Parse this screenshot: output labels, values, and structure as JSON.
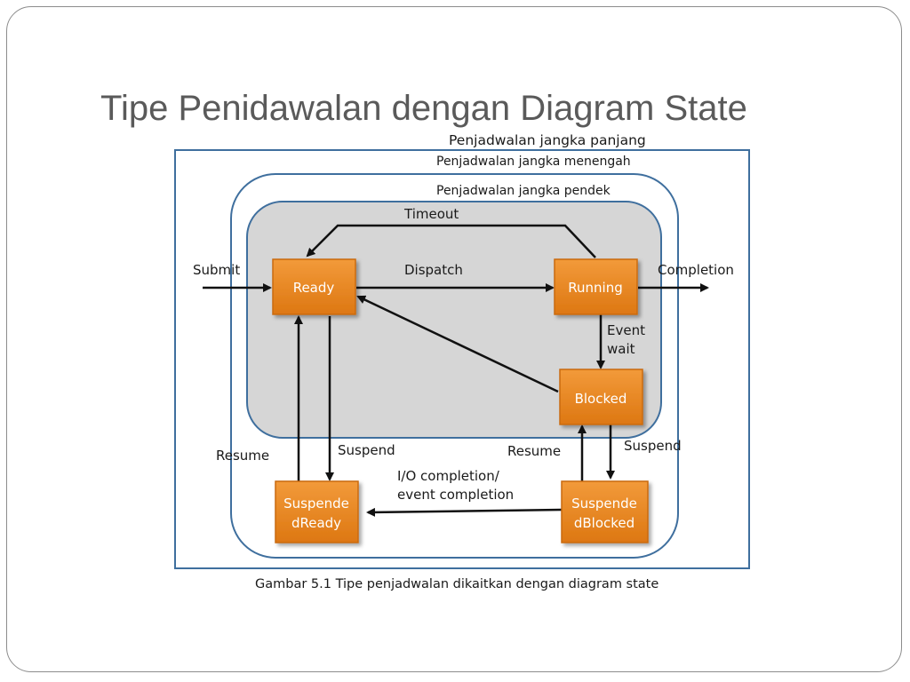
{
  "slide": {
    "title": "Tipe Penidawalan dengan Diagram State",
    "caption": "Gambar 5.1 Tipe penjadwalan dikaitkan dengan diagram state"
  },
  "regions": {
    "long_term": "Penjadwalan jangka panjang",
    "medium_term": "Penjadwalan jangka menengah",
    "short_term": "Penjadwalan jangka pendek"
  },
  "states": {
    "ready": "Ready",
    "running": "Running",
    "blocked": "Blocked",
    "suspended_ready": [
      "Suspende",
      "dReady"
    ],
    "suspended_blocked": [
      "Suspende",
      "dBlocked"
    ]
  },
  "transitions": {
    "submit": "Submit",
    "dispatch": "Dispatch",
    "completion": "Completion",
    "timeout": "Timeout",
    "event_wait": [
      "Event",
      "wait"
    ],
    "suspend_left": "Suspend",
    "resume_left": "Resume",
    "suspend_right": "Suspend",
    "resume_right": "Resume",
    "io_completion": [
      "I/O completion/",
      "event completion"
    ]
  },
  "colors": {
    "state_fill": "#e8841f",
    "state_border": "#c96a10",
    "region_border": "#3f6f9e",
    "inner_fill": "#d6d6d6",
    "arrow": "#111111"
  }
}
